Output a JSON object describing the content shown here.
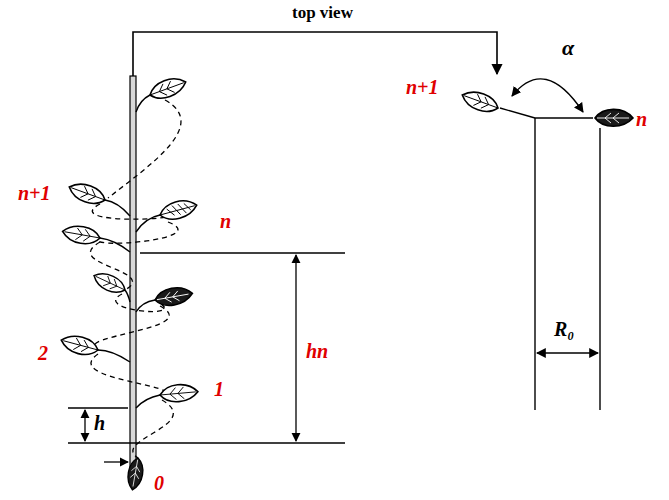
{
  "diagram": {
    "labels": [
      "top view",
      "n+1",
      "n",
      "2",
      "1",
      "0",
      "h",
      "hn",
      "n+1",
      "α",
      "n",
      "R₀"
    ]
  }
}
